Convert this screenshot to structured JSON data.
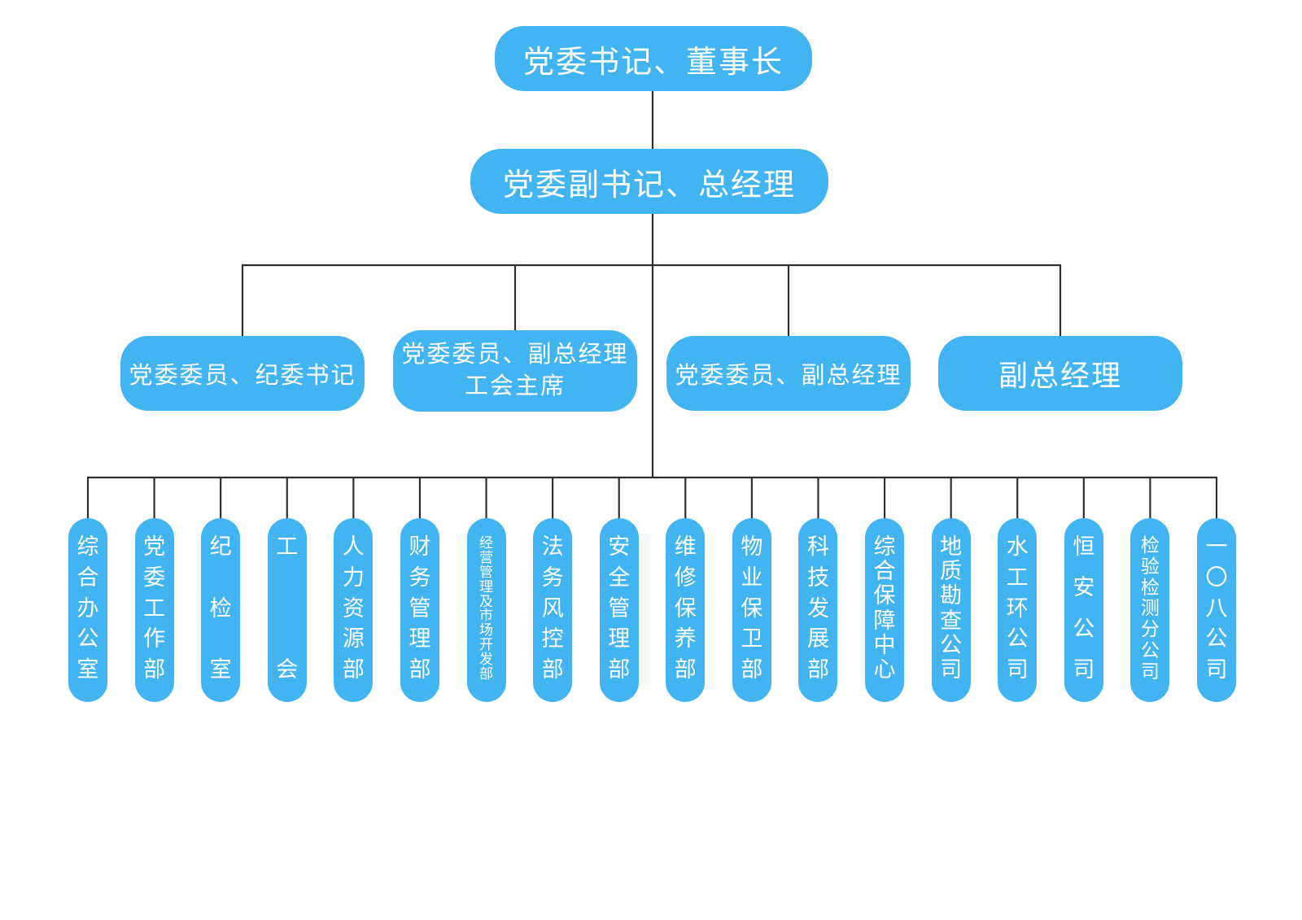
{
  "colors": {
    "node_fill": "#41B4F1",
    "node_text": "#FFFFFF",
    "connector": "#2E2E2E",
    "background": "#FFFFFF"
  },
  "org_chart": {
    "level1": {
      "label": "党委书记、董事长"
    },
    "level2": {
      "label": "党委副书记、总经理"
    },
    "level3": [
      {
        "label": "党委委员、纪委书记",
        "label2": ""
      },
      {
        "label": "党委委员、副总经理",
        "label2": "工会主席"
      },
      {
        "label": "党委委员、副总经理",
        "label2": ""
      },
      {
        "label": "副总经理",
        "label2": ""
      }
    ],
    "departments": [
      "综合办公室",
      "党委工作部",
      "纪检室",
      "工会",
      "人力资源部",
      "财务管理部",
      "经营管理及市场开发部",
      "法务风控部",
      "安全管理部",
      "维修保养部",
      "物业保卫部",
      "科技发展部",
      "综合保障中心",
      "地质勘查公司",
      "水工环公司",
      "恒安公司",
      "检验检测分公司",
      "一〇八公司"
    ]
  }
}
